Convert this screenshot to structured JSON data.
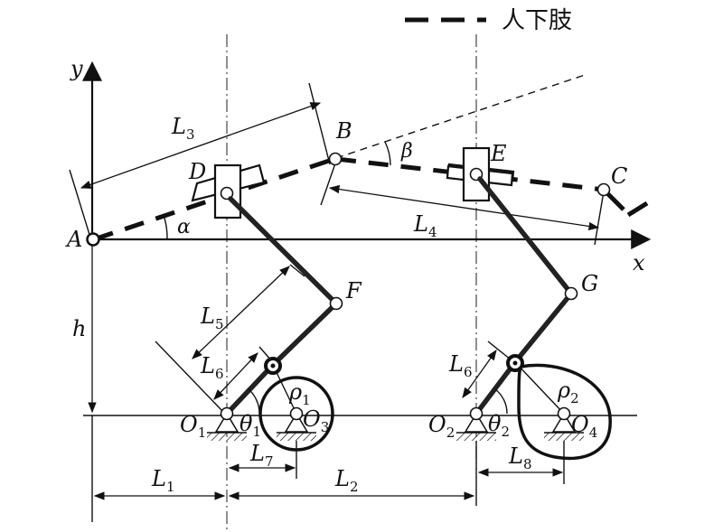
{
  "legend": {
    "label": "人下肢"
  },
  "axes": {
    "x": "x",
    "y": "y"
  },
  "points": {
    "A": "A",
    "B": "B",
    "C": "C",
    "D": "D",
    "E": "E",
    "F": "F",
    "G": "G",
    "O1": "O",
    "O1_sub": "1",
    "O2": "O",
    "O2_sub": "2",
    "O3": "O",
    "O3_sub": "3",
    "O4": "O",
    "O4_sub": "4"
  },
  "angles": {
    "alpha": "α",
    "beta": "β",
    "theta1": "θ",
    "theta1_sub": "1",
    "theta2": "θ",
    "theta2_sub": "2",
    "rho1": "ρ",
    "rho1_sub": "1",
    "rho2": "ρ",
    "rho2_sub": "2"
  },
  "dimensions": {
    "L1": "L",
    "L1_sub": "1",
    "L2": "L",
    "L2_sub": "2",
    "L3": "L",
    "L3_sub": "3",
    "L4": "L",
    "L4_sub": "4",
    "L5": "L",
    "L5_sub": "5",
    "L6a": "L",
    "L6a_sub": "6",
    "L6b": "L",
    "L6b_sub": "6",
    "L7": "L",
    "L7_sub": "7",
    "L8": "L",
    "L8_sub": "8",
    "h": "h"
  }
}
